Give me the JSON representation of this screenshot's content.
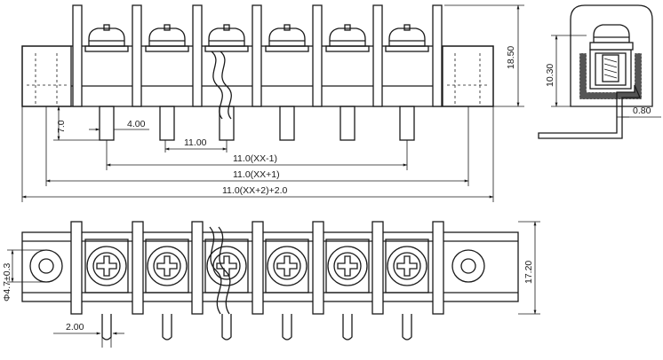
{
  "drawing": {
    "front_view": {
      "height_label": "18.50",
      "pin_length_label": "7.0",
      "pin_width_label": "4.00",
      "pitch_label": "11.00",
      "span1_label": "11.0(XX-1)",
      "span2_label": "11.0(XX+1)",
      "total_label": "11.0(XX+2)+2.0"
    },
    "side_view": {
      "screw_height_label": "10.30",
      "pin_thickness_label": "0.80"
    },
    "top_view": {
      "depth_label": "17.20",
      "hole_label": "Φ4.7±0.3",
      "pin_label": "2.00"
    }
  }
}
